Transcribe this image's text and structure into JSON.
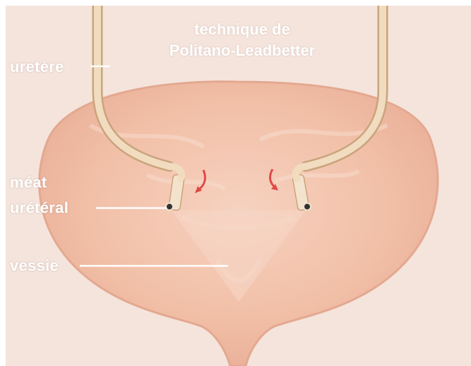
{
  "title": {
    "line1": "technique de",
    "line2": "Politano-Leadbetter"
  },
  "labels": {
    "ureter": "uretère",
    "meatus_line1": "méat",
    "meatus_line2": "urétéral",
    "bladder": "vessie"
  },
  "colors": {
    "background": "#f4e4dc",
    "bladder": "#f2c0a8",
    "ureter_tube": "#ecd2b0",
    "arrow": "#e04848",
    "label_text": "#ffffff"
  }
}
